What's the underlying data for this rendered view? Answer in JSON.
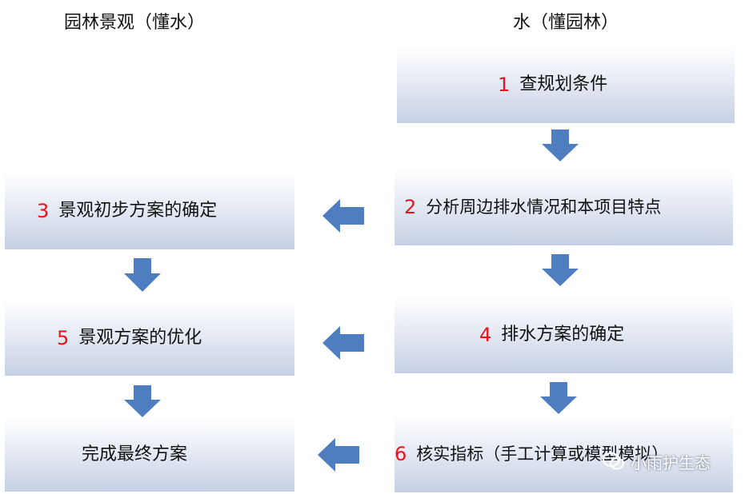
{
  "headers": {
    "left": "园林景观（懂水）",
    "right": "水（懂园林）"
  },
  "left_steps": [
    {
      "num": "3",
      "label": "景观初步方案的确定"
    },
    {
      "num": "5",
      "label": "景观方案的优化"
    },
    {
      "num": "",
      "label": "完成最终方案"
    }
  ],
  "right_steps": [
    {
      "num": "1",
      "label": "查规划条件"
    },
    {
      "num": "2",
      "label": "分析周边排水情况和本项目特点"
    },
    {
      "num": "4",
      "label": "排水方案的确定"
    },
    {
      "num": "6",
      "label": "核实指标（手工计算或模型模拟）"
    }
  ],
  "watermark": {
    "text": "小雨护生态"
  },
  "colors": {
    "arrow": "#4f7ec0",
    "number": "#e8141b",
    "box_bottom": "#c6d0e4"
  }
}
